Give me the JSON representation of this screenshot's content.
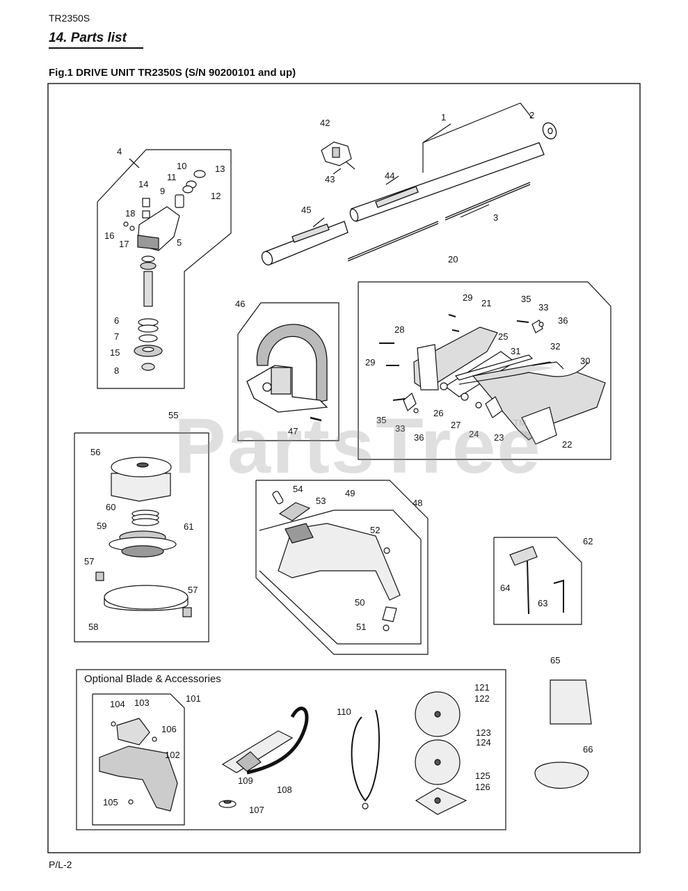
{
  "header": {
    "model": "TR2350S",
    "section_title": "14. Parts list",
    "figure_title": "Fig.1 DRIVE UNIT  TR2350S  (S/N 90200101  and up)"
  },
  "watermark": {
    "text": "PartsTree",
    "tm": "TM"
  },
  "optional_group": {
    "heading": "Optional Blade & Accessories"
  },
  "callouts": {
    "c1": "1",
    "c2": "2",
    "c3": "3",
    "c4": "4",
    "c5": "5",
    "c6": "6",
    "c7": "7",
    "c8": "8",
    "c9": "9",
    "c10": "10",
    "c11": "11",
    "c12": "12",
    "c13": "13",
    "c14": "14",
    "c15": "15",
    "c16": "16",
    "c17": "17",
    "c18": "18",
    "c20": "20",
    "c21": "21",
    "c22": "22",
    "c23": "23",
    "c24": "24",
    "c25": "25",
    "c26": "26",
    "c27": "27",
    "c28": "28",
    "c29a": "29",
    "c29b": "29",
    "c30": "30",
    "c31": "31",
    "c32": "32",
    "c33a": "33",
    "c33b": "33",
    "c35a": "35",
    "c35b": "35",
    "c36a": "36",
    "c36b": "36",
    "c42": "42",
    "c43": "43",
    "c44": "44",
    "c45": "45",
    "c46": "46",
    "c47": "47",
    "c48": "48",
    "c49": "49",
    "c50": "50",
    "c51": "51",
    "c52": "52",
    "c53": "53",
    "c54": "54",
    "c55": "55",
    "c56": "56",
    "c57a": "57",
    "c57b": "57",
    "c58": "58",
    "c59": "59",
    "c60": "60",
    "c61": "61",
    "c62": "62",
    "c63": "63",
    "c64": "64",
    "c65": "65",
    "c66": "66",
    "c101": "101",
    "c102": "102",
    "c103": "103",
    "c104": "104",
    "c105": "105",
    "c106": "106",
    "c107": "107",
    "c108": "108",
    "c109": "109",
    "c110": "110",
    "c121": "121",
    "c122": "122",
    "c123": "123",
    "c124": "124",
    "c125": "125",
    "c126": "126"
  },
  "footer": {
    "page_number": "P/L-2"
  }
}
